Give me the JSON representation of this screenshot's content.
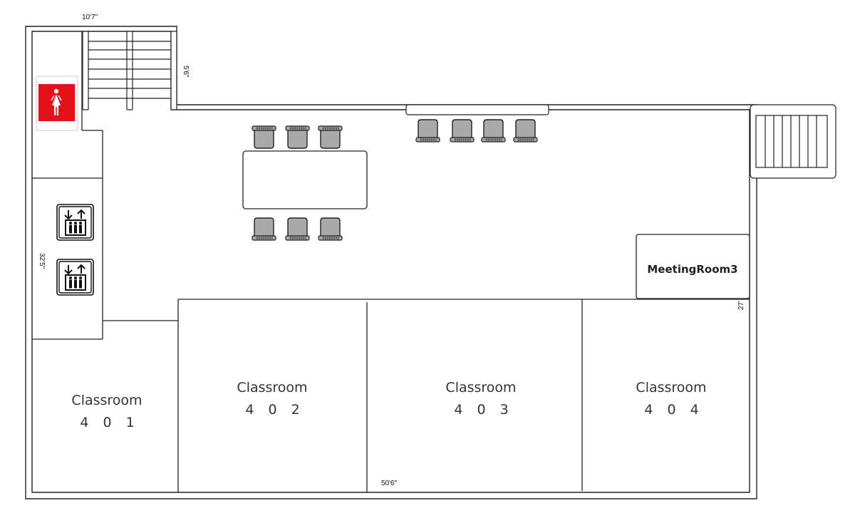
{
  "colors": {
    "wall": "#222222",
    "chair_fill": "#a9a9a9",
    "restroom_red": "#e4111b",
    "background": "#ffffff"
  },
  "dimensions": {
    "top_width": "10'7\"",
    "stair_height": "5'6\"",
    "left_height": "32'5\"",
    "right_small": "27'",
    "bottom_width": "50'6\""
  },
  "rooms": [
    {
      "label": "Classroom",
      "number": "4 0 1"
    },
    {
      "label": "Classroom",
      "number": "4 0 2"
    },
    {
      "label": "Classroom",
      "number": "4 0 3"
    },
    {
      "label": "Classroom",
      "number": "4 0 4"
    }
  ],
  "meeting_room": {
    "label": "MeetingRoom3"
  },
  "icons": {
    "restroom": "female-restroom-icon",
    "elevators": [
      "elevator-icon",
      "elevator-icon"
    ]
  }
}
